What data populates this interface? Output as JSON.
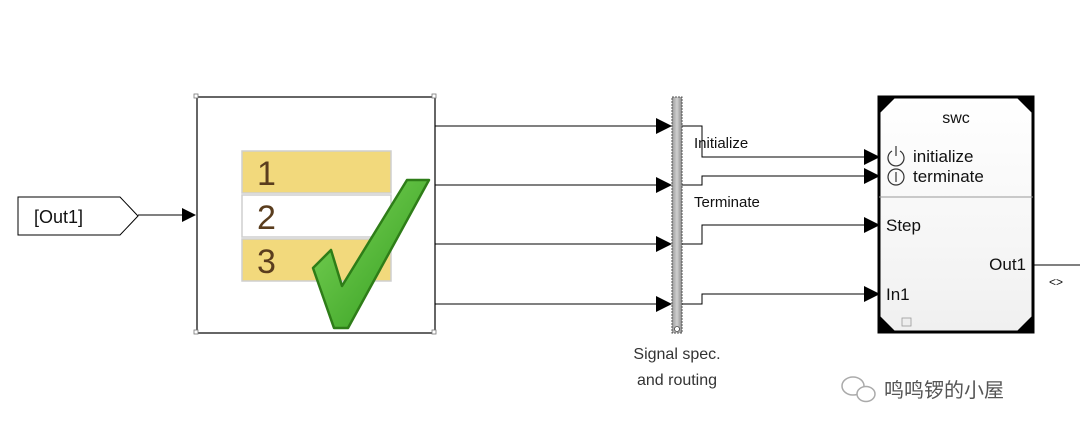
{
  "goto_tag": {
    "label": "[Out1]"
  },
  "sequencer": {
    "rows": [
      "1",
      "2",
      "3"
    ]
  },
  "routing_block": {
    "caption_line1": "Signal spec.",
    "caption_line2": "and routing"
  },
  "signal_labels": {
    "initialize": "Initialize",
    "terminate": "Terminate"
  },
  "subsystem": {
    "title": "swc",
    "ports": {
      "initialize": "initialize",
      "terminate": "terminate",
      "step": "Step",
      "in1": "In1",
      "out1": "Out1"
    },
    "output_marker": "<>"
  },
  "watermark": {
    "text": "鸣鸣锣的小屋"
  },
  "colors": {
    "row_fill": "#f2d97c",
    "check_green": "#43b02a",
    "check_outline": "#2e7d18",
    "subsystem_fill_top": "#ffffff",
    "subsystem_fill_bottom": "#f0f0f0"
  }
}
